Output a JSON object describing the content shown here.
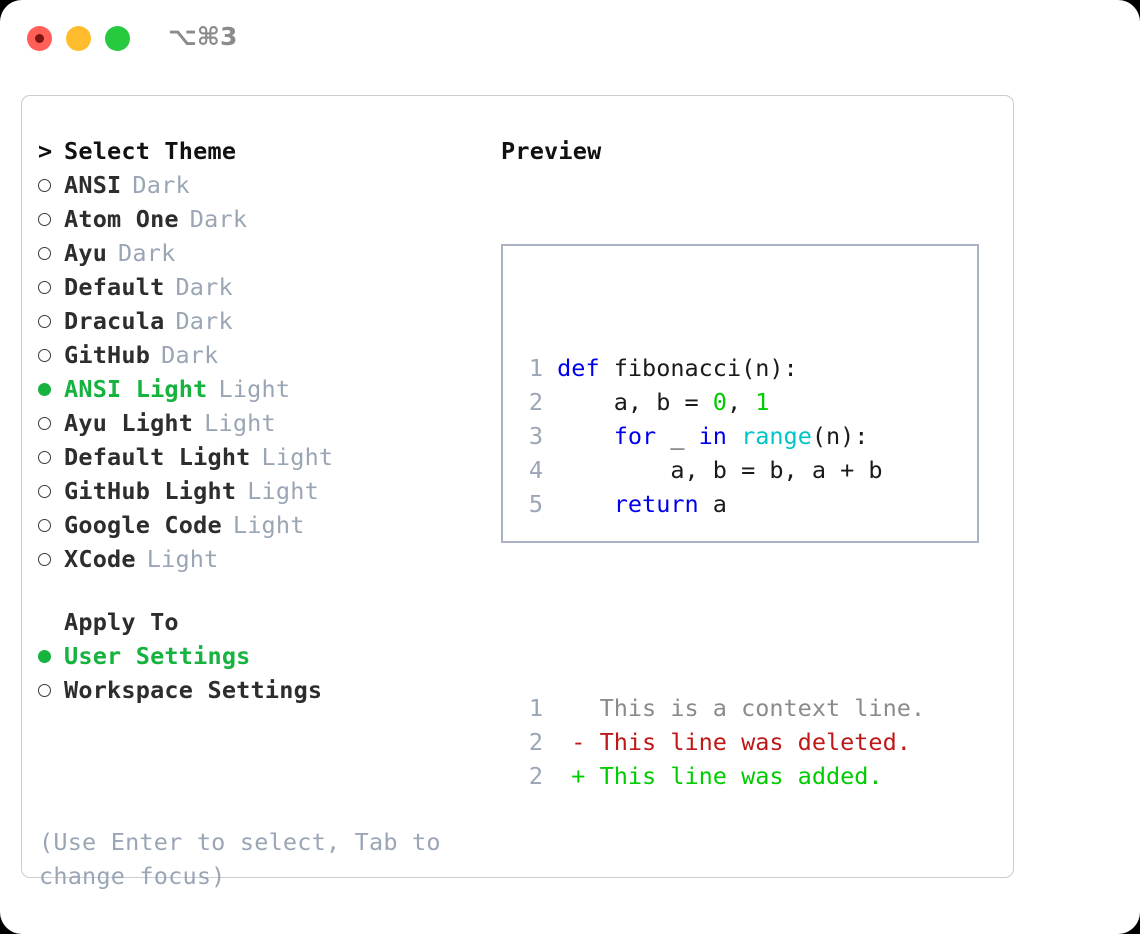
{
  "window": {
    "shortcut": "⌥⌘3",
    "traffic_lights": [
      {
        "name": "close",
        "color": "#ff5f56"
      },
      {
        "name": "minimize",
        "color": "#ffbd2e"
      },
      {
        "name": "maximize",
        "color": "#27c93f"
      }
    ]
  },
  "theme_list": {
    "caret": ">",
    "title": "Select Theme",
    "selected_bullet": "●",
    "unselected_bullet": "○",
    "items": [
      {
        "name": "ANSI",
        "kind": "Dark",
        "selected": false
      },
      {
        "name": "Atom One",
        "kind": "Dark",
        "selected": false
      },
      {
        "name": "Ayu",
        "kind": "Dark",
        "selected": false
      },
      {
        "name": "Default",
        "kind": "Dark",
        "selected": false
      },
      {
        "name": "Dracula",
        "kind": "Dark",
        "selected": false
      },
      {
        "name": "GitHub",
        "kind": "Dark",
        "selected": false
      },
      {
        "name": "ANSI Light",
        "kind": "Light",
        "selected": true
      },
      {
        "name": "Ayu Light",
        "kind": "Light",
        "selected": false
      },
      {
        "name": "Default Light",
        "kind": "Light",
        "selected": false
      },
      {
        "name": "GitHub Light",
        "kind": "Light",
        "selected": false
      },
      {
        "name": "Google Code",
        "kind": "Light",
        "selected": false
      },
      {
        "name": "XCode",
        "kind": "Light",
        "selected": false
      }
    ]
  },
  "apply_to": {
    "label": "Apply To",
    "options": [
      {
        "name": "User Settings",
        "selected": true
      },
      {
        "name": "Workspace Settings",
        "selected": false
      }
    ]
  },
  "hint": "(Use Enter to select, Tab to change focus)",
  "preview": {
    "title": "Preview",
    "code_lines": [
      {
        "num": "1",
        "tokens": [
          {
            "t": "def",
            "c": "kw"
          },
          {
            "t": " fibonacci(n):",
            "c": "txt"
          }
        ]
      },
      {
        "num": "2",
        "tokens": [
          {
            "t": "    a, b = ",
            "c": "txt"
          },
          {
            "t": "0",
            "c": "num"
          },
          {
            "t": ", ",
            "c": "txt"
          },
          {
            "t": "1",
            "c": "num"
          }
        ]
      },
      {
        "num": "3",
        "tokens": [
          {
            "t": "    ",
            "c": "txt"
          },
          {
            "t": "for",
            "c": "kw"
          },
          {
            "t": " _ ",
            "c": "txt"
          },
          {
            "t": "in",
            "c": "kw"
          },
          {
            "t": " ",
            "c": "txt"
          },
          {
            "t": "range",
            "c": "fn"
          },
          {
            "t": "(n):",
            "c": "txt"
          }
        ]
      },
      {
        "num": "4",
        "tokens": [
          {
            "t": "        a, b = b, a + b",
            "c": "txt"
          }
        ]
      },
      {
        "num": "5",
        "tokens": [
          {
            "t": "    ",
            "c": "txt"
          },
          {
            "t": "return",
            "c": "kw"
          },
          {
            "t": " a",
            "c": "txt"
          }
        ]
      }
    ],
    "diff_lines": [
      {
        "num": "1",
        "sign": " ",
        "text": " This is a context line.",
        "c": "ctx"
      },
      {
        "num": "2",
        "sign": "-",
        "text": " This line was deleted.",
        "c": "del"
      },
      {
        "num": "2",
        "sign": "+",
        "text": " This line was added.",
        "c": "add"
      }
    ]
  },
  "colors": {
    "accent_green": "#16b33f",
    "muted": "#9aa5b5",
    "keyword": "#0000ee",
    "function": "#00c5c7",
    "number": "#00cc00",
    "deleted": "#bf1818",
    "added": "#00cc00",
    "panel_border": "#c9ccd1",
    "preview_border": "#a9b3c4"
  }
}
